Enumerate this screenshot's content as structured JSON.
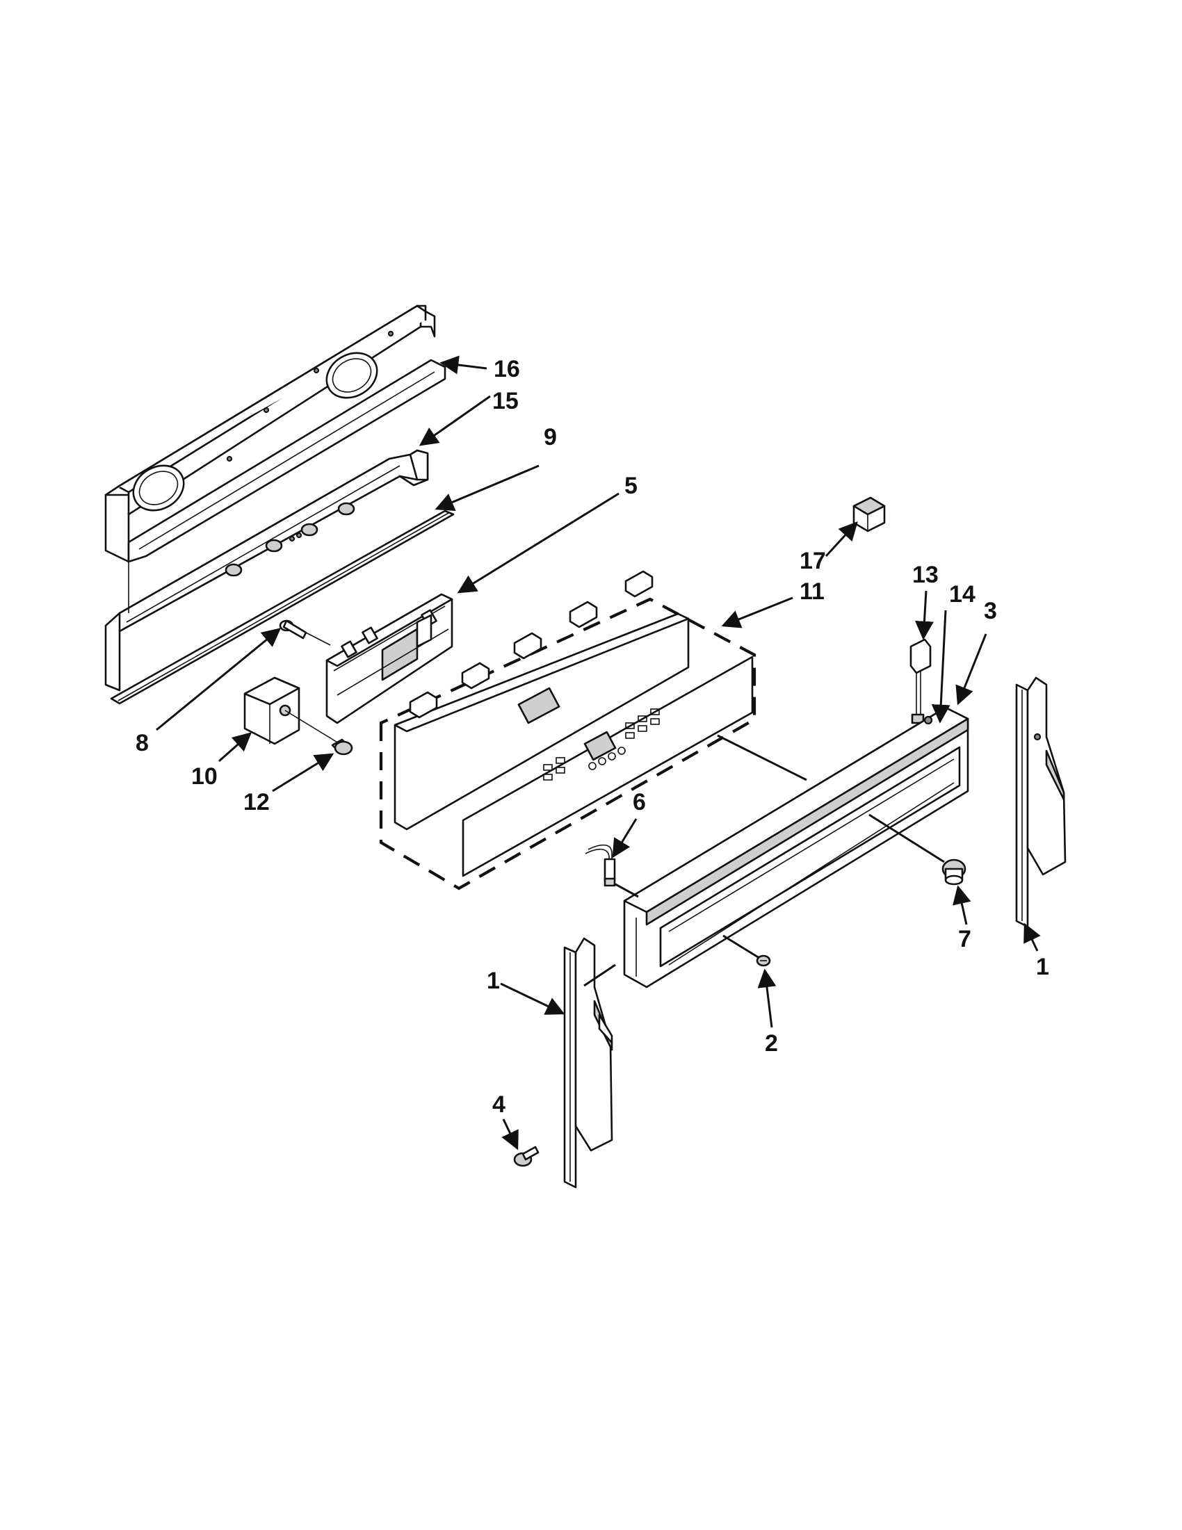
{
  "diagram": {
    "colors": {
      "ink": "#111111",
      "paper": "#ffffff",
      "shade": "#cfcfcf"
    },
    "callouts": [
      {
        "id": "c16",
        "label": "16"
      },
      {
        "id": "c15",
        "label": "15"
      },
      {
        "id": "c9",
        "label": "9"
      },
      {
        "id": "c5",
        "label": "5"
      },
      {
        "id": "c17",
        "label": "17"
      },
      {
        "id": "c11",
        "label": "11"
      },
      {
        "id": "c13",
        "label": "13"
      },
      {
        "id": "c14",
        "label": "14"
      },
      {
        "id": "c3",
        "label": "3"
      },
      {
        "id": "c8",
        "label": "8"
      },
      {
        "id": "c10",
        "label": "10"
      },
      {
        "id": "c12",
        "label": "12"
      },
      {
        "id": "c6",
        "label": "6"
      },
      {
        "id": "c7",
        "label": "7"
      },
      {
        "id": "c1a",
        "label": "1"
      },
      {
        "id": "c1b",
        "label": "1"
      },
      {
        "id": "c2",
        "label": "2"
      },
      {
        "id": "c4",
        "label": "4"
      }
    ]
  }
}
